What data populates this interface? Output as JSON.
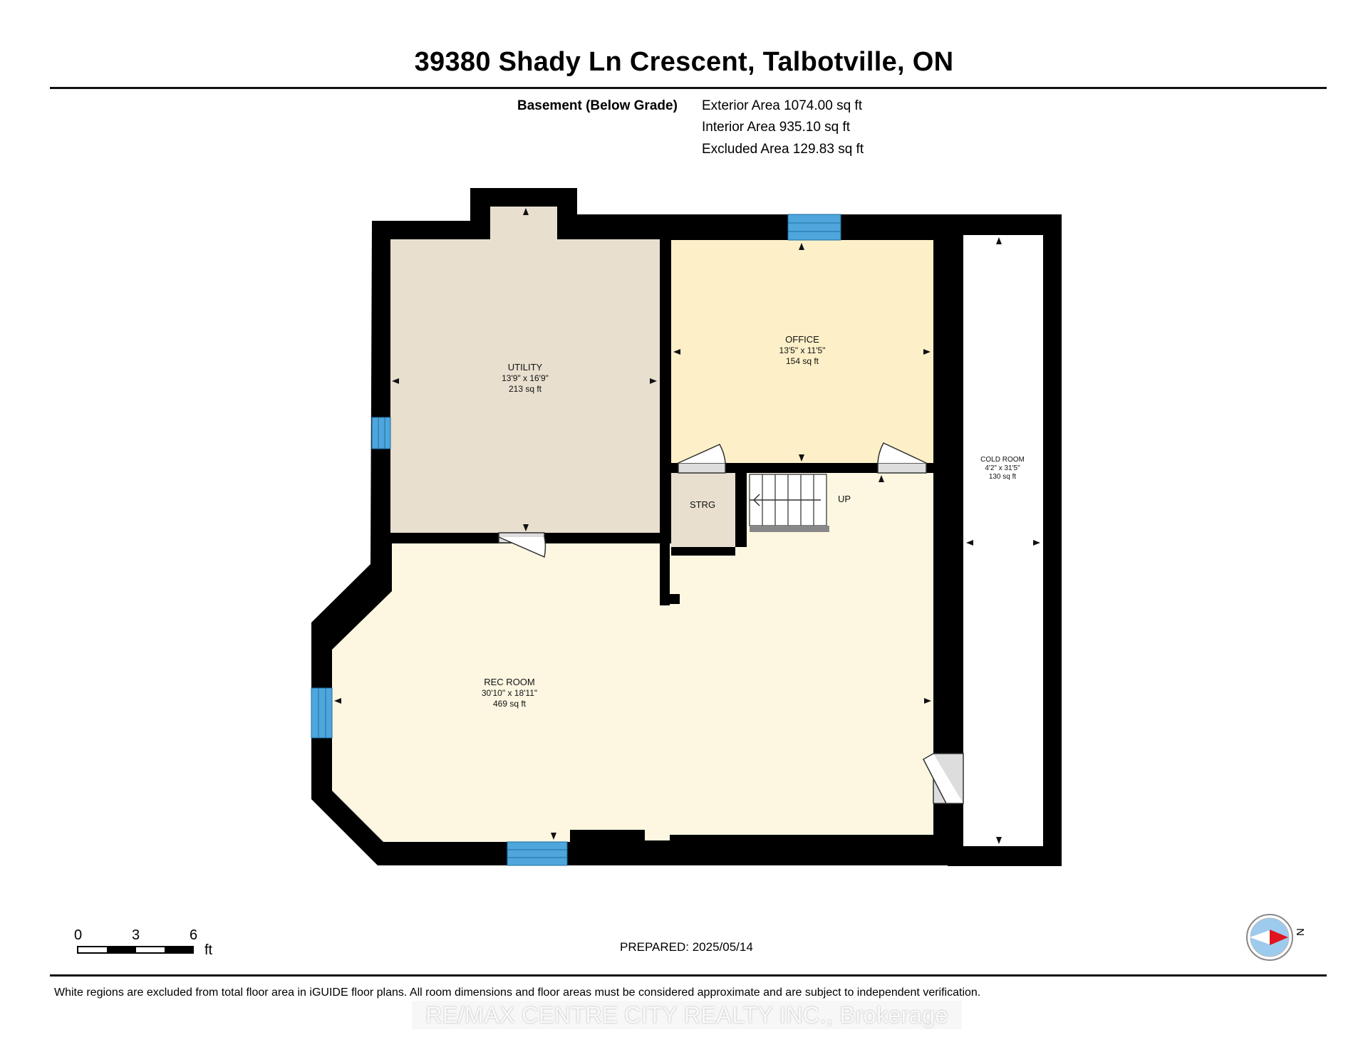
{
  "header": {
    "title": "39380 Shady Ln Crescent, Talbotville, ON"
  },
  "summary": {
    "level_label": "Basement (Below Grade)",
    "exterior_area": "Exterior Area 1074.00 sq ft",
    "interior_area": "Interior Area 935.10 sq ft",
    "excluded_area": "Excluded Area 129.83 sq ft"
  },
  "rooms": {
    "utility": {
      "name": "UTILITY",
      "dims": "13'9\" x 16'9\"",
      "area": "213 sq ft"
    },
    "office": {
      "name": "OFFICE",
      "dims": "13'5\" x 11'5\"",
      "area": "154 sq ft"
    },
    "cold_room": {
      "name": "COLD ROOM",
      "dims": "4'2\" x 31'5\"",
      "area": "130 sq ft"
    },
    "storage": {
      "name": "STRG"
    },
    "stairs": {
      "label": "UP"
    },
    "rec_room": {
      "name": "REC ROOM",
      "dims": "30'10\" x 18'11\"",
      "area": "469 sq ft"
    }
  },
  "scale_bar": {
    "tick_0": "0",
    "tick_3": "3",
    "tick_6": "6",
    "unit": "ft"
  },
  "footer": {
    "prepared": "PREPARED: 2025/05/14",
    "disclaimer": "White regions are excluded from total floor area in iGUIDE floor plans. All room dimensions and floor areas must be considered approximate and are subject to independent verification.",
    "watermark": "RE/MAX CENTRE CITY REALTY INC., Brokerage"
  },
  "compass": {
    "label": "N"
  },
  "colors": {
    "wall": "#000000",
    "utility_fill": "#e8dfcf",
    "office_fill": "#fdf0c8",
    "rec_fill": "#fdf7e2",
    "storage_fill": "#e8dfcf",
    "window": "#4fa6dc",
    "compass_red": "#e0141e",
    "compass_blue": "#9ccbee"
  }
}
